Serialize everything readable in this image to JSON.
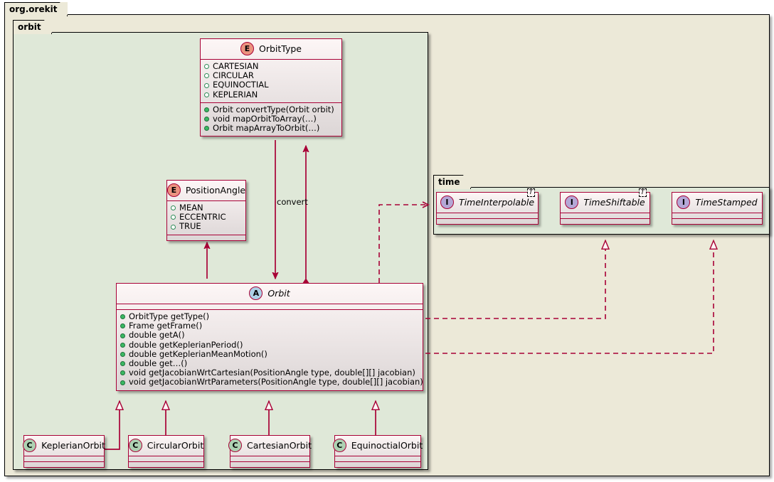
{
  "diagram": {
    "type": "uml-class-diagram",
    "outer_package": {
      "name": "org.orekit"
    },
    "inner_packages": [
      {
        "name": "orbit"
      },
      {
        "name": "time"
      }
    ]
  },
  "nodes": {
    "orbit_type": {
      "stereotype_letter": "E",
      "stereotype_name": "enumeration-icon",
      "title": "OrbitType",
      "constants": [
        "CARTESIAN",
        "CIRCULAR",
        "EQUINOCTIAL",
        "KEPLERIAN"
      ],
      "methods": [
        "Orbit convertType(Orbit orbit)",
        "void mapOrbitToArray(…)",
        "Orbit mapArrayToOrbit(…)"
      ]
    },
    "position_angle": {
      "stereotype_letter": "E",
      "stereotype_name": "enumeration-icon",
      "title": "PositionAngle",
      "constants": [
        "MEAN",
        "ECCENTRIC",
        "TRUE"
      ],
      "methods": []
    },
    "orbit": {
      "stereotype_letter": "A",
      "stereotype_name": "abstract-class-icon",
      "title": "Orbit",
      "constants": [],
      "methods": [
        "OrbitType getType()",
        "Frame getFrame()",
        "double getA()",
        "double getKeplerianPeriod()",
        "double getKeplerianMeanMotion()",
        "double get…()",
        "void getJacobianWrtCartesian(PositionAngle type, double[][] jacobian)",
        "void getJacobianWrtParameters(PositionAngle type, double[][] jacobian)"
      ]
    },
    "time_interpolable": {
      "stereotype_letter": "I",
      "stereotype_name": "interface-icon",
      "title": "TimeInterpolable",
      "type_parameter": "T"
    },
    "time_shiftable": {
      "stereotype_letter": "I",
      "stereotype_name": "interface-icon",
      "title": "TimeShiftable",
      "type_parameter": "T"
    },
    "time_stamped": {
      "stereotype_letter": "I",
      "stereotype_name": "interface-icon",
      "title": "TimeStamped",
      "type_parameter": ""
    },
    "keplerian_orbit": {
      "stereotype_letter": "C",
      "stereotype_name": "class-icon",
      "title": "KeplerianOrbit"
    },
    "circular_orbit": {
      "stereotype_letter": "C",
      "stereotype_name": "class-icon",
      "title": "CircularOrbit"
    },
    "cartesian_orbit": {
      "stereotype_letter": "C",
      "stereotype_name": "class-icon",
      "title": "CartesianOrbit"
    },
    "equinoctial_orbit": {
      "stereotype_letter": "C",
      "stereotype_name": "class-icon",
      "title": "EquinoctialOrbit"
    }
  },
  "edges": {
    "convert_label": "convert"
  },
  "colors": {
    "line": "#a80036",
    "package_outer_fill": "#ece9d8",
    "package_inner_fill": "#dfe8d8",
    "node_fill": "#ded8d8",
    "enum_icon": "#eb937f",
    "abstract_icon": "#add1e6",
    "interface_icon": "#b4a7d6",
    "class_icon": "#add1b2"
  }
}
